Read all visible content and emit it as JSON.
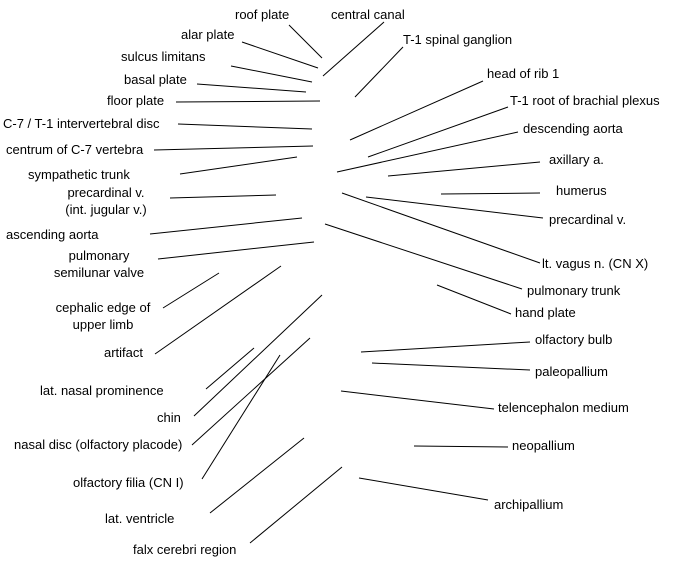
{
  "labels": {
    "roof_plate": "roof plate",
    "central_canal": "central canal",
    "alar_plate": "alar plate",
    "t1_spinal_ganglion": "T-1 spinal ganglion",
    "sulcus_limitans": "sulcus limitans",
    "basal_plate": "basal plate",
    "head_of_rib_1": "head of rib 1",
    "floor_plate": "floor plate",
    "t1_root_brachial_plexus": "T-1 root of brachial plexus",
    "c7_t1_disc": "C-7 / T-1 intervertebral disc",
    "descending_aorta": "descending aorta",
    "centrum_c7": "centrum of C-7 vertebra",
    "axillary_a": "axillary a.",
    "sympathetic_trunk": "sympathetic trunk",
    "precardinal_jugular_line1": "precardinal v.",
    "precardinal_jugular_line2": "(int. jugular v.)",
    "humerus": "humerus",
    "precardinal_v": "precardinal v.",
    "ascending_aorta": "ascending aorta",
    "pulmonary_valve_line1": "pulmonary",
    "pulmonary_valve_line2": "semilunar valve",
    "lt_vagus": "lt. vagus n. (CN X)",
    "pulmonary_trunk": "pulmonary trunk",
    "cephalic_edge_line1": "cephalic edge of",
    "cephalic_edge_line2": "upper limb",
    "hand_plate": "hand plate",
    "artifact": "artifact",
    "olfactory_bulb": "olfactory bulb",
    "paleopallium": "paleopallium",
    "lat_nasal_prominence": "lat. nasal prominence",
    "telencephalon_medium": "telencephalon medium",
    "chin": "chin",
    "nasal_disc": "nasal disc (olfactory placode)",
    "neopallium": "neopallium",
    "olfactory_filia": "olfactory filia (CN I)",
    "archipallium": "archipallium",
    "lat_ventricle": "lat. ventricle",
    "falx_cerebri": "falx cerebri region"
  }
}
